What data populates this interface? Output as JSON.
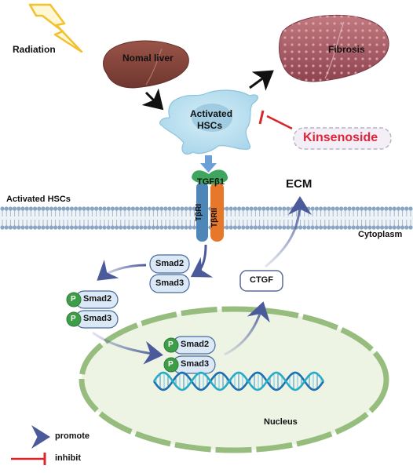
{
  "labels": {
    "radiation": "Radiation",
    "normal_liver": "Nomal liver",
    "fibrosis": "Fibrosis",
    "activated_hscs_cell": "Activated\nHSCs",
    "kinsenoside": "Kinsenoside",
    "tgf": "TGFβ1",
    "tbri": "TβRI",
    "tbrii": "TβRII",
    "ecm": "ECM",
    "membrane_label": "Activated HSCs",
    "cytoplasm": "Cytoplasm",
    "smad2": "Smad2",
    "smad3": "Smad3",
    "p": "P",
    "ctgf": "CTGF",
    "nucleus": "Nucleus",
    "legend_promote": "promote",
    "legend_inhibit": "inhibit"
  },
  "colors": {
    "arrow_blue": "#4a5a9a",
    "inhibit_red": "#d9252b",
    "kinsenoside_red": "#e0243b",
    "liver": "#8b4a40",
    "fibrotic_liver": "#b0646b",
    "cell": "#bfe3f2",
    "nucleus_fill": "#eef4e4",
    "nucleus_edge": "#96bd7e",
    "tgf_green": "#3ea65e",
    "tbri_blue": "#4f86b8",
    "tbrii_orange": "#e7772a",
    "smad_box": "#dbe9f7",
    "phospho_green": "#3e9e48"
  }
}
